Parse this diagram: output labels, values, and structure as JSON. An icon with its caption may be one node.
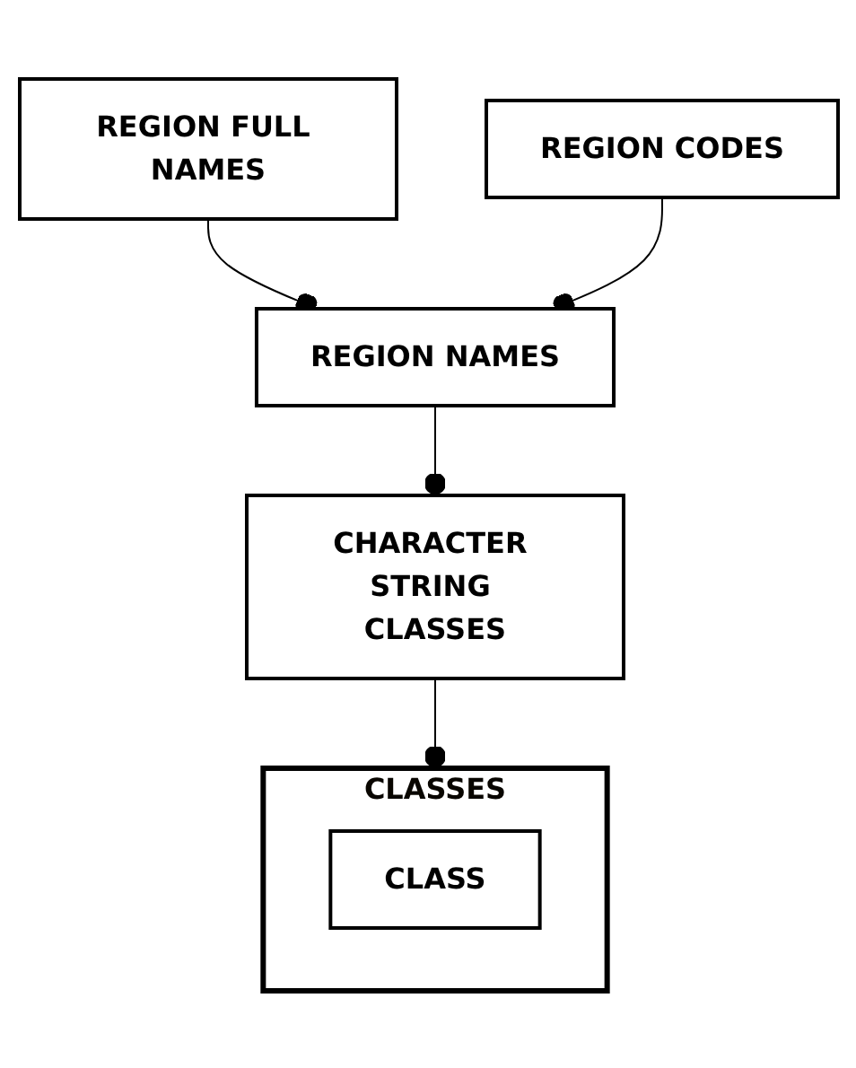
{
  "diagram": {
    "nodes": [
      {
        "text": [
          "CLASSES"
        ]
      },
      {
        "text": [
          "CLASS"
        ],
        "in": 0
      },
      {
        "text": [
          "CHARACTER STRING CLASSES"
        ]
      },
      {
        "text": [
          "REGION NAMES"
        ]
      },
      {
        "text": [
          "REGION FULL NAMES"
        ]
      },
      {
        "text": [
          "REGION CODES"
        ]
      }
    ],
    "edges": [
      {
        "from": 2,
        "to": 0,
        "arrow": "other"
      },
      {
        "from": 3,
        "to": 2,
        "arrow": "other"
      },
      {
        "from": 4,
        "to": 3,
        "arrow": "other"
      },
      {
        "from": 5,
        "to": 3,
        "arrow": "other"
      }
    ]
  }
}
